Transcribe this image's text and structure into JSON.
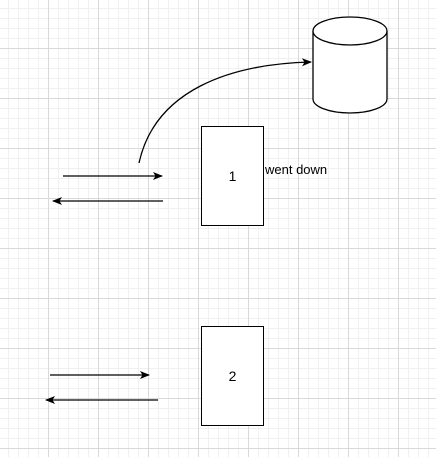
{
  "servers": [
    {
      "label": "1"
    },
    {
      "label": "2"
    }
  ],
  "annotation": {
    "text": "went down"
  },
  "colors": {
    "stroke": "#000000",
    "grid_major": "#d9d9d9",
    "grid_minor": "#f0f0f0",
    "background": "#ffffff"
  }
}
